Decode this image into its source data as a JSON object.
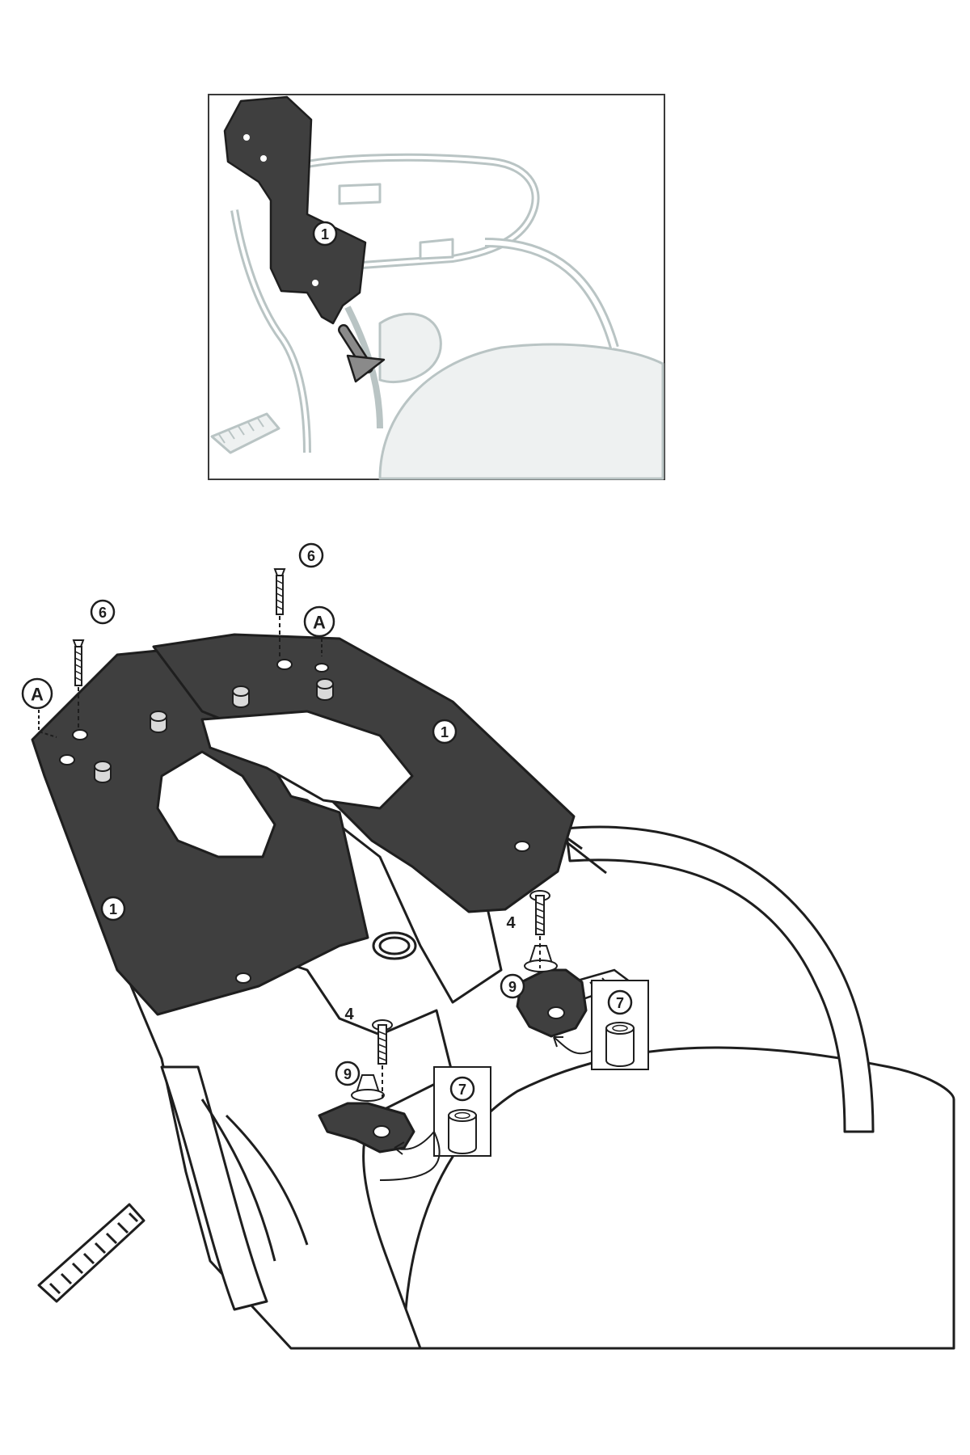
{
  "diagram": {
    "labels": {
      "part_1": "1",
      "part_4": "4",
      "part_6": "6",
      "part_7": "7",
      "part_9": "9",
      "point_a": "A"
    }
  },
  "colors": {
    "plate_fill": "#3f3f3f",
    "line": "#1e1e1e",
    "ghost_line": "#b9c4c4",
    "ghost_fill": "#eef1f1"
  }
}
